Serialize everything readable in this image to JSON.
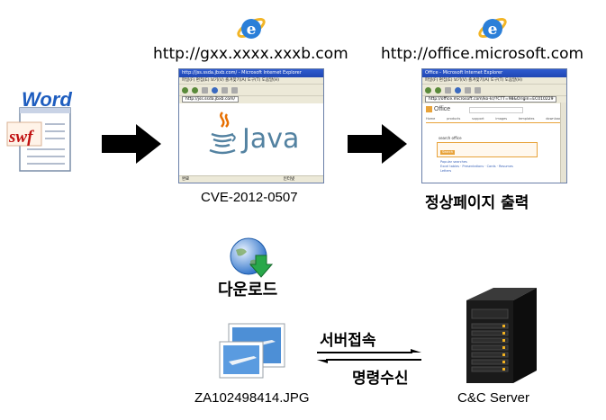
{
  "top_urls": {
    "left": "http://gxx.xxxx.xxxb.com",
    "right": "http://office.microsoft.com"
  },
  "word_icon": {
    "title": "Word",
    "badge": "swf"
  },
  "java_window": {
    "title": "http://jss.ssda.jbxb.com/ - Microsoft Internet Explorer",
    "menu": "파일(F)  편집(E)  보기(V)  즐겨찾기(A)  도구(T)  도움말(H)",
    "address": "http://jss.ssda.jbxb.com/",
    "logo_text": "Java",
    "status_left": "완료",
    "status_right": "인터넷"
  },
  "office_window": {
    "title": "Office - Microsoft Internet Explorer",
    "menu": "파일(F)  편집(E)  보기(V)  즐겨찾기(A)  도구(T)  도움말(H)",
    "address": "http://office.microsoft.com/ko-kr/?CTT=98&Origin=EC010229",
    "logo_text": "Office",
    "tabs": [
      "Home",
      "products",
      "support",
      "images",
      "templates",
      "downloads"
    ],
    "section_title": "search office",
    "search_button": "Search",
    "links": [
      "Popular searches",
      "Excel tables",
      "Presentations",
      "Cards",
      "Resumes",
      "Letters"
    ]
  },
  "captions": {
    "cve": "CVE-2012-0507",
    "normal_page": "정상페이지 출력",
    "download": "다운로드",
    "jpg": "ZA102498414.JPG",
    "server": "C&C Server",
    "connect": "서버접속",
    "command": "명령수신"
  },
  "colors": {
    "arrow": "#000000",
    "java_orange": "#e76f00",
    "java_blue": "#5382a1",
    "office_orange": "#e8a33a",
    "word_blue": "#1e5dbf",
    "swf_red": "#c01010"
  }
}
